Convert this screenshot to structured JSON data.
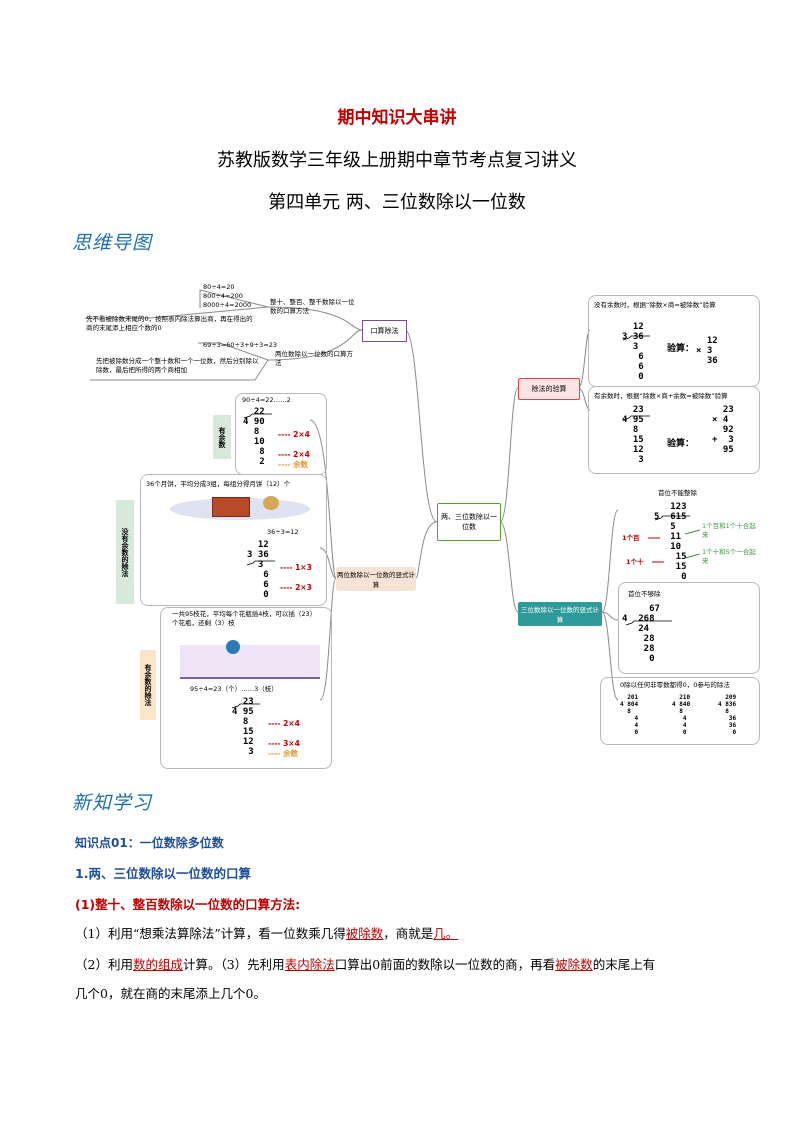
{
  "header": {
    "title": "期中知识大串讲",
    "subtitle": "苏教版数学三年级上册期中章节考点复习讲义",
    "unit": "第四单元  两、三位数除以一位数"
  },
  "sections": {
    "mindmap_heading": "思维导图",
    "new_knowledge_heading": "新知学习"
  },
  "mindmap": {
    "center": "两、三位数除以一位数",
    "left_branch": {
      "oral": {
        "label": "口算除法",
        "sub1_label": "整十、整百、整千数除以一位数的口算方法",
        "examples": [
          "80÷4=20",
          "800÷4=200",
          "8000÷4=2000"
        ],
        "sub1_note": "先不看被除数末尾的0，按照表内除法算出商，再在得出的商的末尾添上相应个数的0",
        "sub2_label": "两位数除以一位数的口算方法",
        "sub2_example": "69÷3=60÷3+9÷3=23",
        "sub2_note": "先把被除数分成一个整十数和一个一位数，然后分别除以除数，最后把所得的两个商相加"
      },
      "written": {
        "label": "两位数除以一位数的竖式计算",
        "remainder_tag": "有余数",
        "remainder_eq": "90÷4=22……2",
        "remainder_steps": [
          "2×4",
          "2×4",
          "余数"
        ],
        "no_remainder_tag": "没有余数的除法",
        "no_remainder_problem": "36个月饼，平均分成3组，每组分得月饼（12）个",
        "no_remainder_eq": "36÷3=12",
        "no_remainder_steps": [
          "1×3",
          "2×3"
        ],
        "remainder2_tag": "有余数的除法",
        "remainder2_problem": "一共95枝花，平均每个花瓶插4枝，可以插（23）个花瓶，还剩（3）枝",
        "remainder2_eq": "95÷4=23（个）……3（枝）",
        "remainder2_steps": [
          "2×4",
          "3×4",
          "余数"
        ]
      }
    },
    "right_branch": {
      "check": {
        "label": "除法的验算",
        "note1": "没有余数时，根据“除数×商=被除数”验算",
        "check_label": "验算：",
        "note2": "有余数时，根据“除数×商+余数=被除数”验算"
      },
      "three_digit": {
        "label": "三位数除以一位数的竖式计算",
        "case1": "首位不能整除",
        "hundreds": "1个百",
        "tens": "1个十",
        "merge1": "1个百和1个十合起来",
        "merge2": "1个十和5个一合起来",
        "case2": "首位不够除",
        "case3": "0除以任何非零数都得0，0参与的除法"
      }
    }
  },
  "knowledge": {
    "point": "知识点01：一位数除多位数",
    "heading": "1.两、三位数除以一位数的口算",
    "subheading": "(1)整十、整百数除以一位数的口算方法:",
    "p1_a": "（1）利用“想乘法算除法”计算，看一位数乘几得",
    "p1_u1": "被除数",
    "p1_b": "，商就是",
    "p1_u2": "几。",
    "p2_a": "（2）利用",
    "p2_u1": "数的组成",
    "p2_b": "计算。（3）先利用",
    "p2_u2": "表内除法",
    "p2_c": "口算出0前面的数除以一位数的商，再看",
    "p2_u3": "被除数",
    "p2_d": "的末尾上有",
    "p3": "几个0，就在商的末尾添上几个0。"
  },
  "colors": {
    "title_red": "#c00000",
    "node_purple": "#7b4b9e",
    "node_green": "#5aa02c",
    "node_orange": "#e39b35",
    "node_teal": "#2f9a9a",
    "brush_blue": "#1f6fb0"
  }
}
